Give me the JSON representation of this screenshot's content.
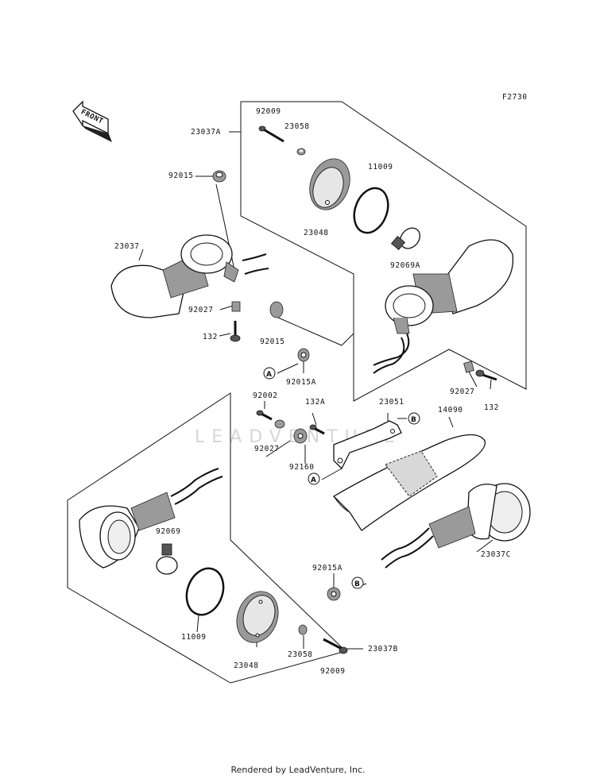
{
  "diagram_code": "F2730",
  "front_label": "FRONT",
  "watermark": "LEADVENTURE",
  "footer": "Rendered by LeadVenture, Inc.",
  "labels": {
    "l_92009_top": "92009",
    "l_23037A": "23037A",
    "l_23058_top": "23058",
    "l_11009_top": "11009",
    "l_92015_left": "92015",
    "l_23048_top": "23048",
    "l_23037": "23037",
    "l_92069A": "92069A",
    "l_92027_left": "92027",
    "l_132_left": "132",
    "l_92015_mid": "92015",
    "l_92015A_mid": "92015A",
    "l_92027_right": "92027",
    "l_132_right": "132",
    "l_92002": "92002",
    "l_132A": "132A",
    "l_23051": "23051",
    "l_14090": "14090",
    "l_92027_mid": "92027",
    "l_92160": "92160",
    "l_92069": "92069",
    "l_23037C": "23037C",
    "l_92015A_low": "92015A",
    "l_11009_low": "11009",
    "l_23048_low": "23048",
    "l_23058_low": "23058",
    "l_92009_low": "92009",
    "l_23037B": "23037B"
  },
  "callouts": {
    "a1": "A",
    "a2": "A",
    "b1": "B",
    "b2": "B"
  }
}
